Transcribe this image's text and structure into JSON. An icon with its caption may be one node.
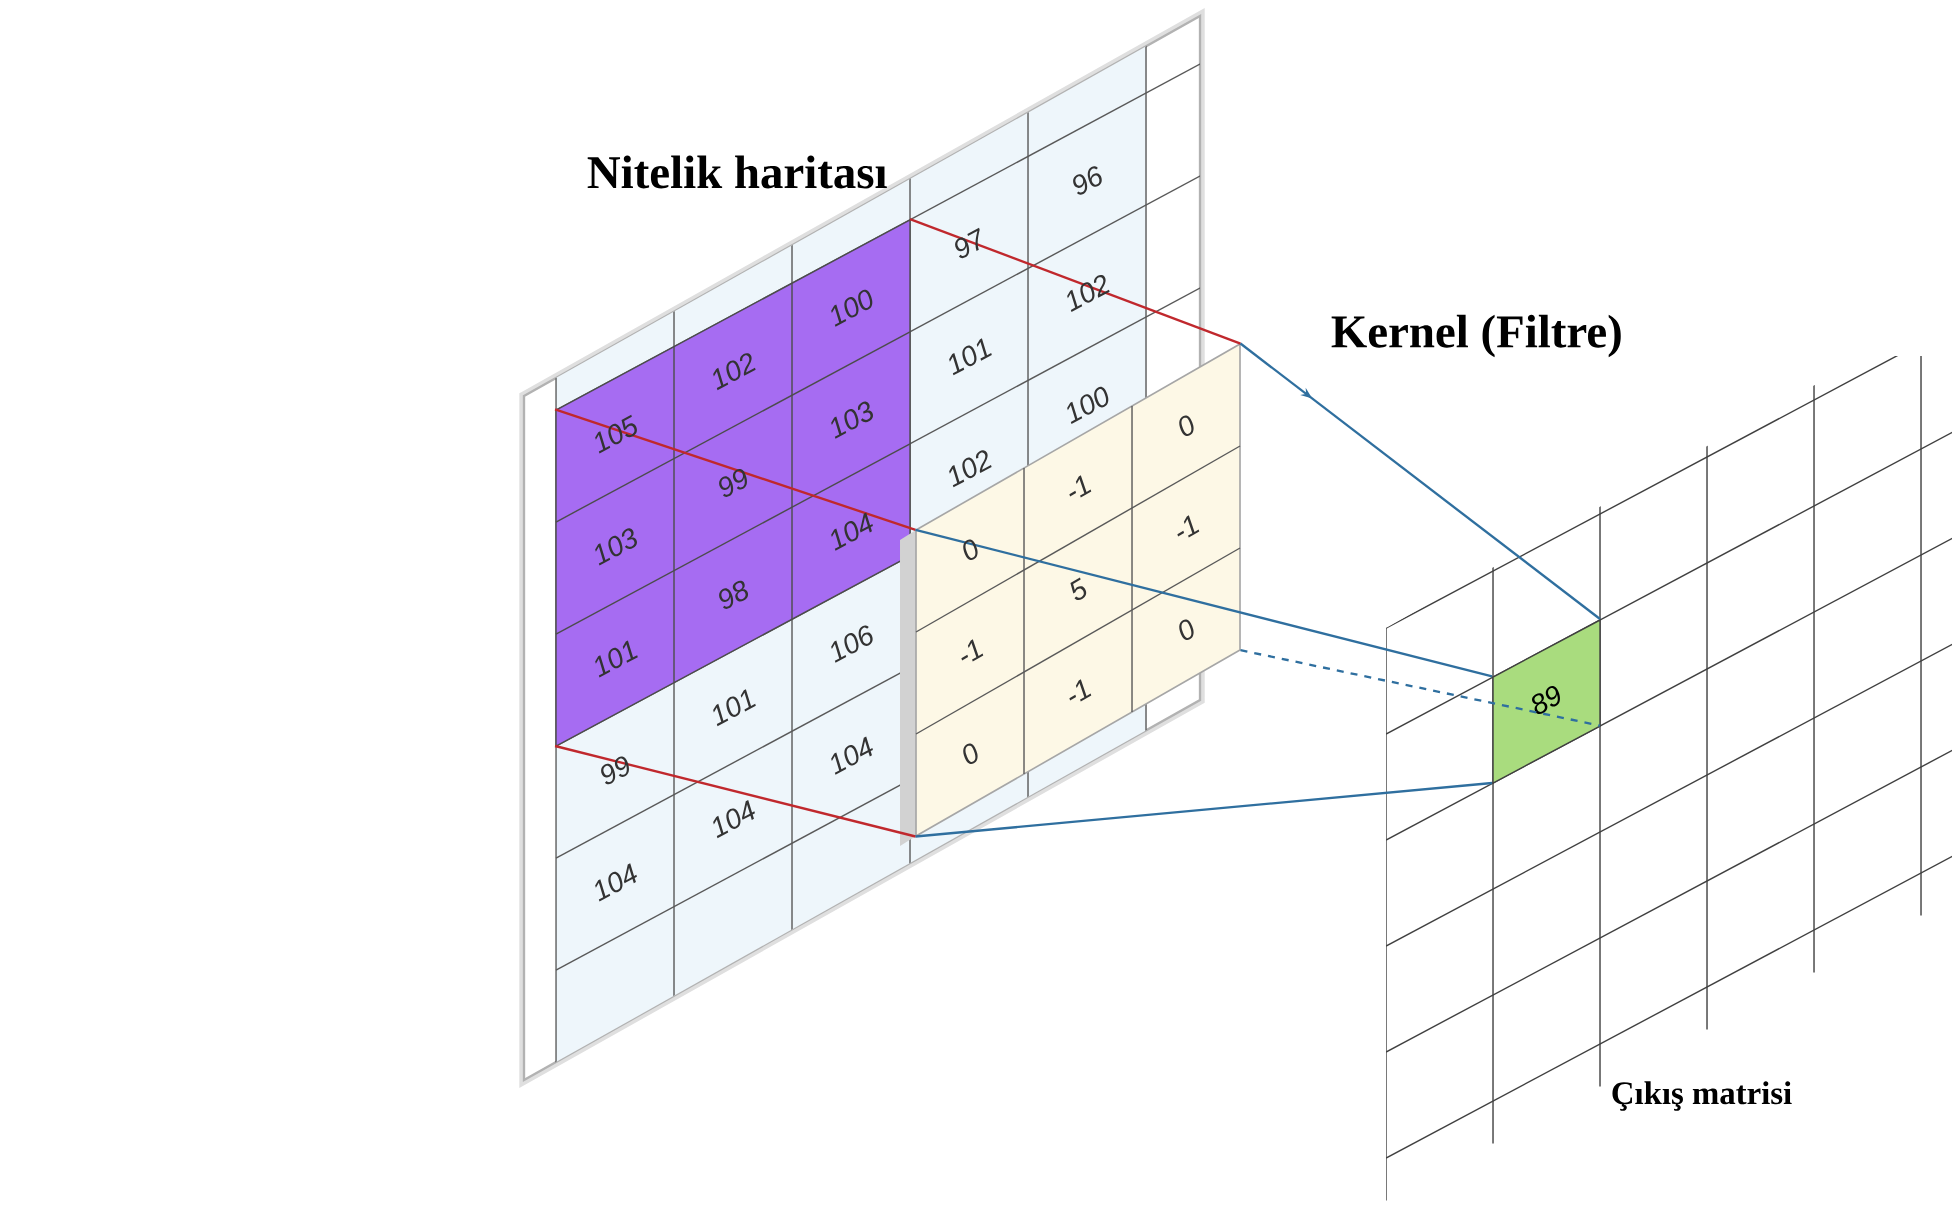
{
  "diagram": {
    "nodes": [
      {
        "text": [
          "Nitelik haritası"
        ]
      },
      {
        "text": [],
        "shape": "box",
        "in": 0
      },
      {
        "text": [
          "Kernel (Filtre)"
        ]
      },
      {
        "text": [
          "Çıkış matrisi"
        ]
      },
      {
        "text": [
          "89"
        ],
        "in": 3
      }
    ],
    "edges": [
      {
        "from": 1,
        "to": 2,
        "arrow": "none",
        "color": "#c0282d"
      },
      {
        "from": 1,
        "to": 2,
        "arrow": "none",
        "color": "#c0282d"
      },
      {
        "from": 1,
        "to": 2,
        "arrow": "none",
        "color": "#c0282d"
      },
      {
        "from": 2,
        "to": 4,
        "arrow": "to"
      },
      {
        "from": 2,
        "to": 4,
        "arrow": "none"
      },
      {
        "from": 2,
        "to": 4,
        "arrow": "none",
        "style": "dashed"
      },
      {
        "from": 2,
        "to": 4,
        "arrow": "none"
      }
    ],
    "labels": [
      "105",
      "102",
      "100",
      "97",
      "96",
      "103",
      "99",
      "103",
      "101",
      "102",
      "101",
      "98",
      "104",
      "102",
      "100",
      "99",
      "101",
      "106",
      "104",
      "104",
      "104",
      "0",
      "-1",
      "0",
      "-1",
      "5",
      "-1",
      "0",
      "-1",
      "0"
    ]
  }
}
